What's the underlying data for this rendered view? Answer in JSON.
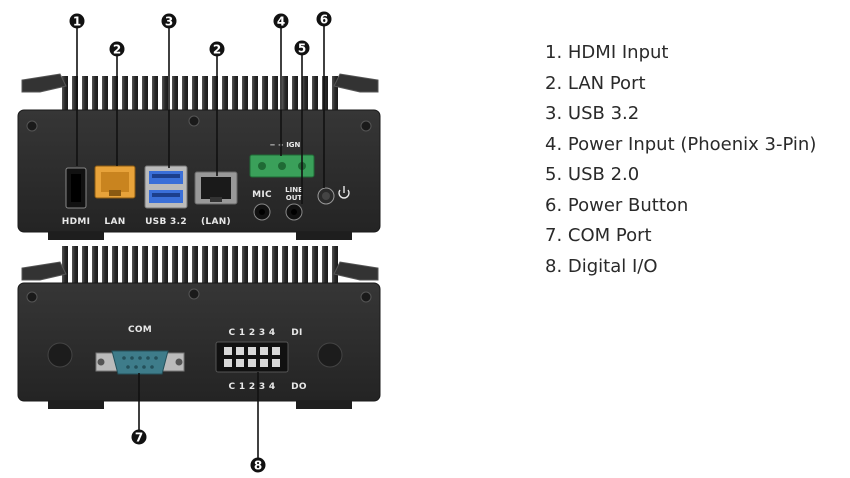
{
  "callouts": [
    "1",
    "2",
    "3",
    "4",
    "5",
    "6",
    "2",
    "7",
    "8"
  ],
  "port_labels": {
    "hdmi": "HDMI",
    "lan": "LAN",
    "usb32": "USB 3.2",
    "lan_paren": "(LAN)",
    "mic": "MIC",
    "line_out_1": "LINE",
    "line_out_2": "OUT",
    "ign": "IGN",
    "com": "COM",
    "dio_top": "C 1 2 3 4",
    "di": "DI",
    "dio_bottom": "C 1 2 3 4",
    "do": "DO"
  },
  "legend": [
    "1. HDMI Input",
    "2. LAN Port",
    "3. USB 3.2",
    "4. Power Input (Phoenix 3-Pin)",
    "5. USB 2.0",
    "6. Power Button",
    "7. COM Port",
    "8. Digital I/O"
  ],
  "colors": {
    "chassis": "#2b2b2b",
    "lan_port": "#e8a33a",
    "usb3": "#3a6fd8",
    "phoenix": "#3aa05a",
    "com_port": "#3e7c8a",
    "callout": "#111111"
  }
}
